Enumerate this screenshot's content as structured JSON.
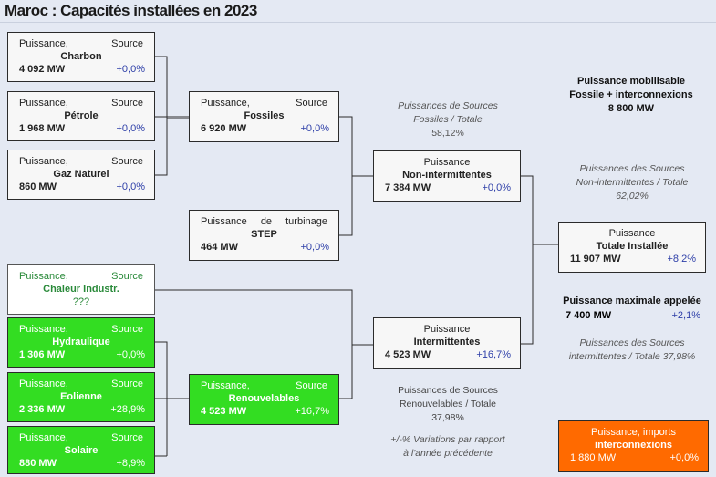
{
  "title": "Maroc : Capacités installées en 2023",
  "boxes": {
    "charbon": {
      "l1a": "Puissance,",
      "l1b": "Source",
      "name": "Charbon",
      "mw": "4 092 MW",
      "pct": "+0,0%"
    },
    "petrole": {
      "l1a": "Puissance,",
      "l1b": "Source",
      "name": "Pétrole",
      "mw": "1 968 MW",
      "pct": "+0,0%"
    },
    "gaz": {
      "l1a": "Puissance,",
      "l1b": "Source",
      "name": "Gaz Naturel",
      "mw": "860 MW",
      "pct": "+0,0%"
    },
    "chaleur": {
      "l1a": "Puissance,",
      "l1b": "Source",
      "name": "Chaleur Industr.",
      "extra": "???"
    },
    "hydraulique": {
      "l1a": "Puissance,",
      "l1b": "Source",
      "name": "Hydraulique",
      "mw": "1 306 MW",
      "pct": "+0,0%"
    },
    "eolienne": {
      "l1a": "Puissance,",
      "l1b": "Source",
      "name": "Eolienne",
      "mw": "2 336 MW",
      "pct": "+28,9%"
    },
    "solaire": {
      "l1a": "Puissance,",
      "l1b": "Source",
      "name": "Solaire",
      "mw": "880 MW",
      "pct": "+8,9%"
    },
    "fossiles": {
      "l1a": "Puissance,",
      "l1b": "Source",
      "name": "Fossiles",
      "mw": "6 920 MW",
      "pct": "+0,0%"
    },
    "step": {
      "l1a": "Puissance",
      "l1b": "de",
      "l1c": "turbinage",
      "name": "STEP",
      "mw": "464 MW",
      "pct": "+0,0%"
    },
    "renouvelables": {
      "l1a": "Puissance,",
      "l1b": "Source",
      "name": "Renouvelables",
      "mw": "4 523 MW",
      "pct": "+16,7%"
    },
    "non_inter": {
      "l1": "Puissance",
      "name": "Non-intermittentes",
      "mw": "7 384 MW",
      "pct": "+0,0%"
    },
    "inter": {
      "l1": "Puissance",
      "name": "Intermittentes",
      "mw": "4 523 MW",
      "pct": "+16,7%"
    },
    "totale": {
      "l1": "Puissance",
      "name": "Totale Installée",
      "mw": "11 907 MW",
      "pct": "+8,2%"
    },
    "imports": {
      "l1": "Puissance, imports",
      "name": "interconnexions",
      "mw": "1 880 MW",
      "pct": "+0,0%"
    }
  },
  "notes": {
    "fossiles_ratio": {
      "l1": "Puissances de Sources",
      "l2": "Fossiles / Totale",
      "l3": "58,12%"
    },
    "mobilisable": {
      "l1": "Puissance mobilisable",
      "l2": "Fossile + interconnexions",
      "l3": "8 800 MW"
    },
    "non_inter_ratio": {
      "l1": "Puissances des Sources",
      "l2": "Non-intermittentes / Totale",
      "l3": "62,02%"
    },
    "max_appelee": {
      "l1": "Puissance maximale appelée",
      "mw": "7 400 MW",
      "pct": "+2,1%"
    },
    "inter_ratio": {
      "l1": "Puissances des Sources",
      "l2": "intermittentes / Totale 37,98%"
    },
    "renouv_ratio": {
      "l1": "Puissances de Sources",
      "l2": "Renouvelables / Totale",
      "l3": "37,98%"
    },
    "variations": {
      "l1": "+/-% Variations par rapport",
      "l2": "à l'année précédente"
    }
  }
}
